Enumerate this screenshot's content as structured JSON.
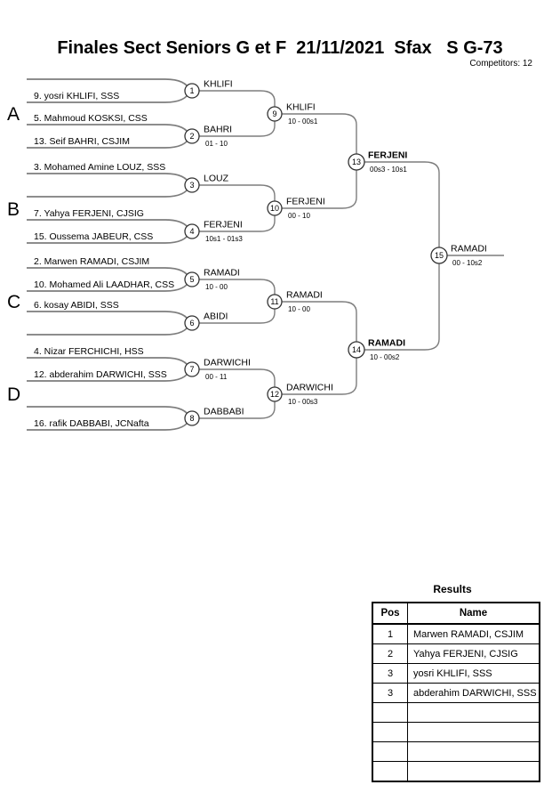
{
  "header": {
    "title": "Finales Sect Seniors G et F  21/11/2021  Sfax   S G-73",
    "competitors_label": "Competitors: 12"
  },
  "bracket": {
    "sections": [
      "A",
      "B",
      "C",
      "D"
    ],
    "slots": [
      {
        "label": ""
      },
      {
        "label": "9. yosri KHLIFI, SSS"
      },
      {
        "label": "5. Mahmoud KOSKSI, CSS"
      },
      {
        "label": "13. Seif BAHRI, CSJIM"
      },
      {
        "label": "3. Mohamed Amine LOUZ, SSS"
      },
      {
        "label": ""
      },
      {
        "label": "7. Yahya FERJENI, CJSIG"
      },
      {
        "label": "15. Oussema JABEUR, CSS"
      },
      {
        "label": "2. Marwen RAMADI, CSJIM"
      },
      {
        "label": "10. Mohamed Ali LAADHAR, CSS"
      },
      {
        "label": "6. kosay ABIDI, SSS"
      },
      {
        "label": ""
      },
      {
        "label": "4. Nizar FERCHICHI, HSS"
      },
      {
        "label": "12. abderahim DARWICHI, SSS"
      },
      {
        "label": ""
      },
      {
        "label": "16. rafik DABBABI, JCNafta"
      }
    ],
    "matches": [
      {
        "num": "1",
        "winner": "KHLIFI",
        "score": ""
      },
      {
        "num": "2",
        "winner": "BAHRI",
        "score": "01 - 10"
      },
      {
        "num": "3",
        "winner": "LOUZ",
        "score": ""
      },
      {
        "num": "4",
        "winner": "FERJENI",
        "score": "10s1 - 01s3"
      },
      {
        "num": "5",
        "winner": "RAMADI",
        "score": "10 - 00"
      },
      {
        "num": "6",
        "winner": "ABIDI",
        "score": ""
      },
      {
        "num": "7",
        "winner": "DARWICHI",
        "score": "00 - 11"
      },
      {
        "num": "8",
        "winner": "DABBABI",
        "score": ""
      },
      {
        "num": "9",
        "winner": "KHLIFI",
        "score": "10 - 00s1"
      },
      {
        "num": "10",
        "winner": "FERJENI",
        "score": "00 - 10"
      },
      {
        "num": "11",
        "winner": "RAMADI",
        "score": "10 - 00"
      },
      {
        "num": "12",
        "winner": "DARWICHI",
        "score": "10 - 00s3"
      },
      {
        "num": "13",
        "winner": "FERJENI",
        "score": "00s3 - 10s1"
      },
      {
        "num": "14",
        "winner": "RAMADI",
        "score": "10 - 00s2"
      },
      {
        "num": "15",
        "winner": "RAMADI",
        "score": "00 - 10s2"
      }
    ]
  },
  "results": {
    "title": "Results",
    "columns": [
      "Pos",
      "Name"
    ],
    "rows": [
      {
        "pos": "1",
        "name": "Marwen RAMADI, CSJIM"
      },
      {
        "pos": "2",
        "name": "Yahya FERJENI, CJSIG"
      },
      {
        "pos": "3",
        "name": "yosri KHLIFI, SSS"
      },
      {
        "pos": "3",
        "name": "abderahim DARWICHI, SSS"
      },
      {
        "pos": "",
        "name": ""
      },
      {
        "pos": "",
        "name": ""
      },
      {
        "pos": "",
        "name": ""
      },
      {
        "pos": "",
        "name": ""
      }
    ]
  }
}
